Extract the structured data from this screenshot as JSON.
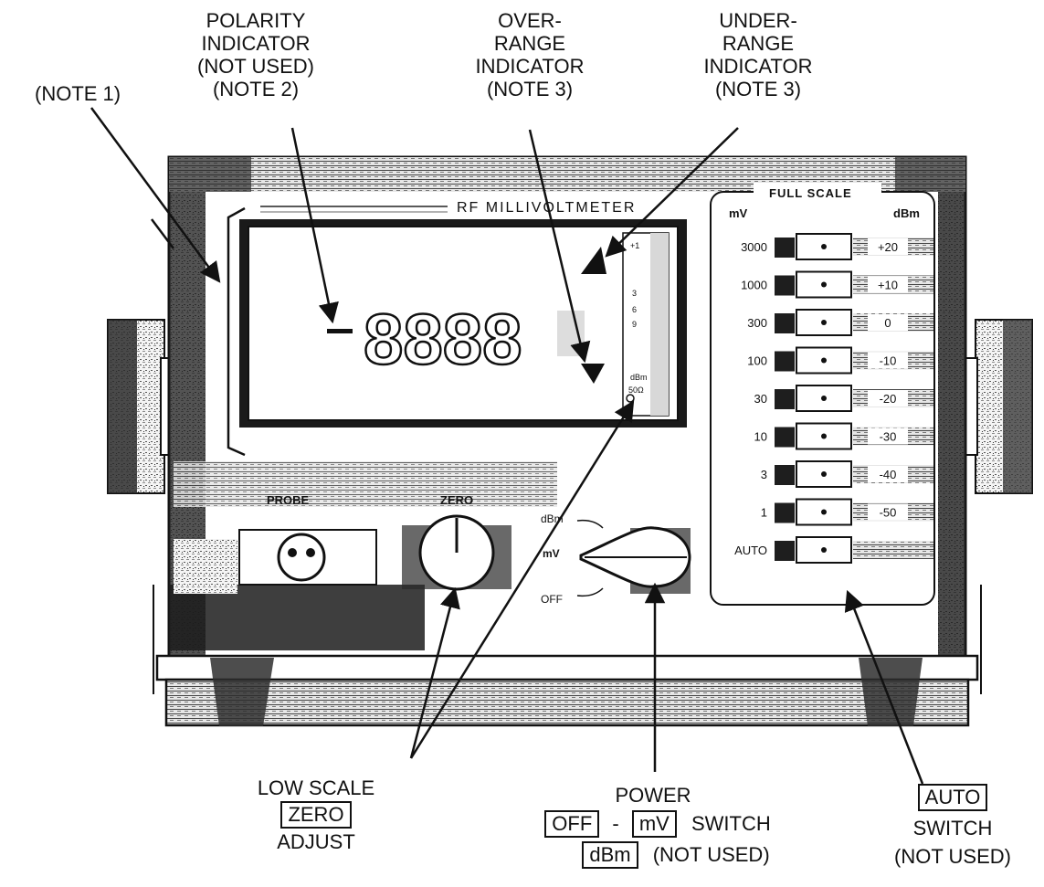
{
  "callouts": {
    "note1": "(NOTE 1)",
    "polarity": {
      "line1": "POLARITY",
      "line2": "INDICATOR",
      "line3": "(NOT USED)",
      "line4": "(NOTE 2)"
    },
    "over_range": {
      "line1": "OVER-",
      "line2": "RANGE",
      "line3": "INDICATOR",
      "line4": "(NOTE 3)"
    },
    "under_range": {
      "line1": "UNDER-",
      "line2": "RANGE",
      "line3": "INDICATOR",
      "line4": "(NOTE 3)"
    },
    "low_scale": {
      "line1": "LOW SCALE",
      "box": "ZERO",
      "line3": "ADJUST"
    },
    "power": {
      "title": "POWER",
      "box_off": "OFF",
      "dash": "-",
      "box_mv": "mV",
      "switch": "SWITCH",
      "box_dbm": "dBm",
      "not_used": "(NOT USED)"
    },
    "auto": {
      "box": "AUTO",
      "line2": "SWITCH",
      "line3": "(NOT USED)"
    }
  },
  "panel": {
    "title": "RF MILLIVOLTMETER",
    "display_digits": "8888",
    "polarity_sign": "−",
    "full_scale_title": "FULL SCALE",
    "unit_mv": "mV",
    "unit_dbm": "dBm",
    "range_rows": [
      {
        "mv": "3000",
        "dbm": "+20"
      },
      {
        "mv": "1000",
        "dbm": "+10"
      },
      {
        "mv": "300",
        "dbm": "0"
      },
      {
        "mv": "100",
        "dbm": "-10"
      },
      {
        "mv": "30",
        "dbm": "-20"
      },
      {
        "mv": "10",
        "dbm": "-30"
      },
      {
        "mv": "3",
        "dbm": "-40"
      },
      {
        "mv": "1",
        "dbm": "-50"
      },
      {
        "mv": "AUTO",
        "dbm": ""
      }
    ],
    "conversion_scale": [
      "+1",
      "3",
      "6",
      "9",
      "dBm",
      "50Ω"
    ],
    "probe_label": "PROBE",
    "zero_label": "ZERO",
    "power_positions": [
      "dBm",
      "mV",
      "OFF"
    ]
  },
  "colors": {
    "ink": "#111111",
    "panel": "#ffffff",
    "dark": "#1a1a1a",
    "grain": "#6e6e6e"
  }
}
